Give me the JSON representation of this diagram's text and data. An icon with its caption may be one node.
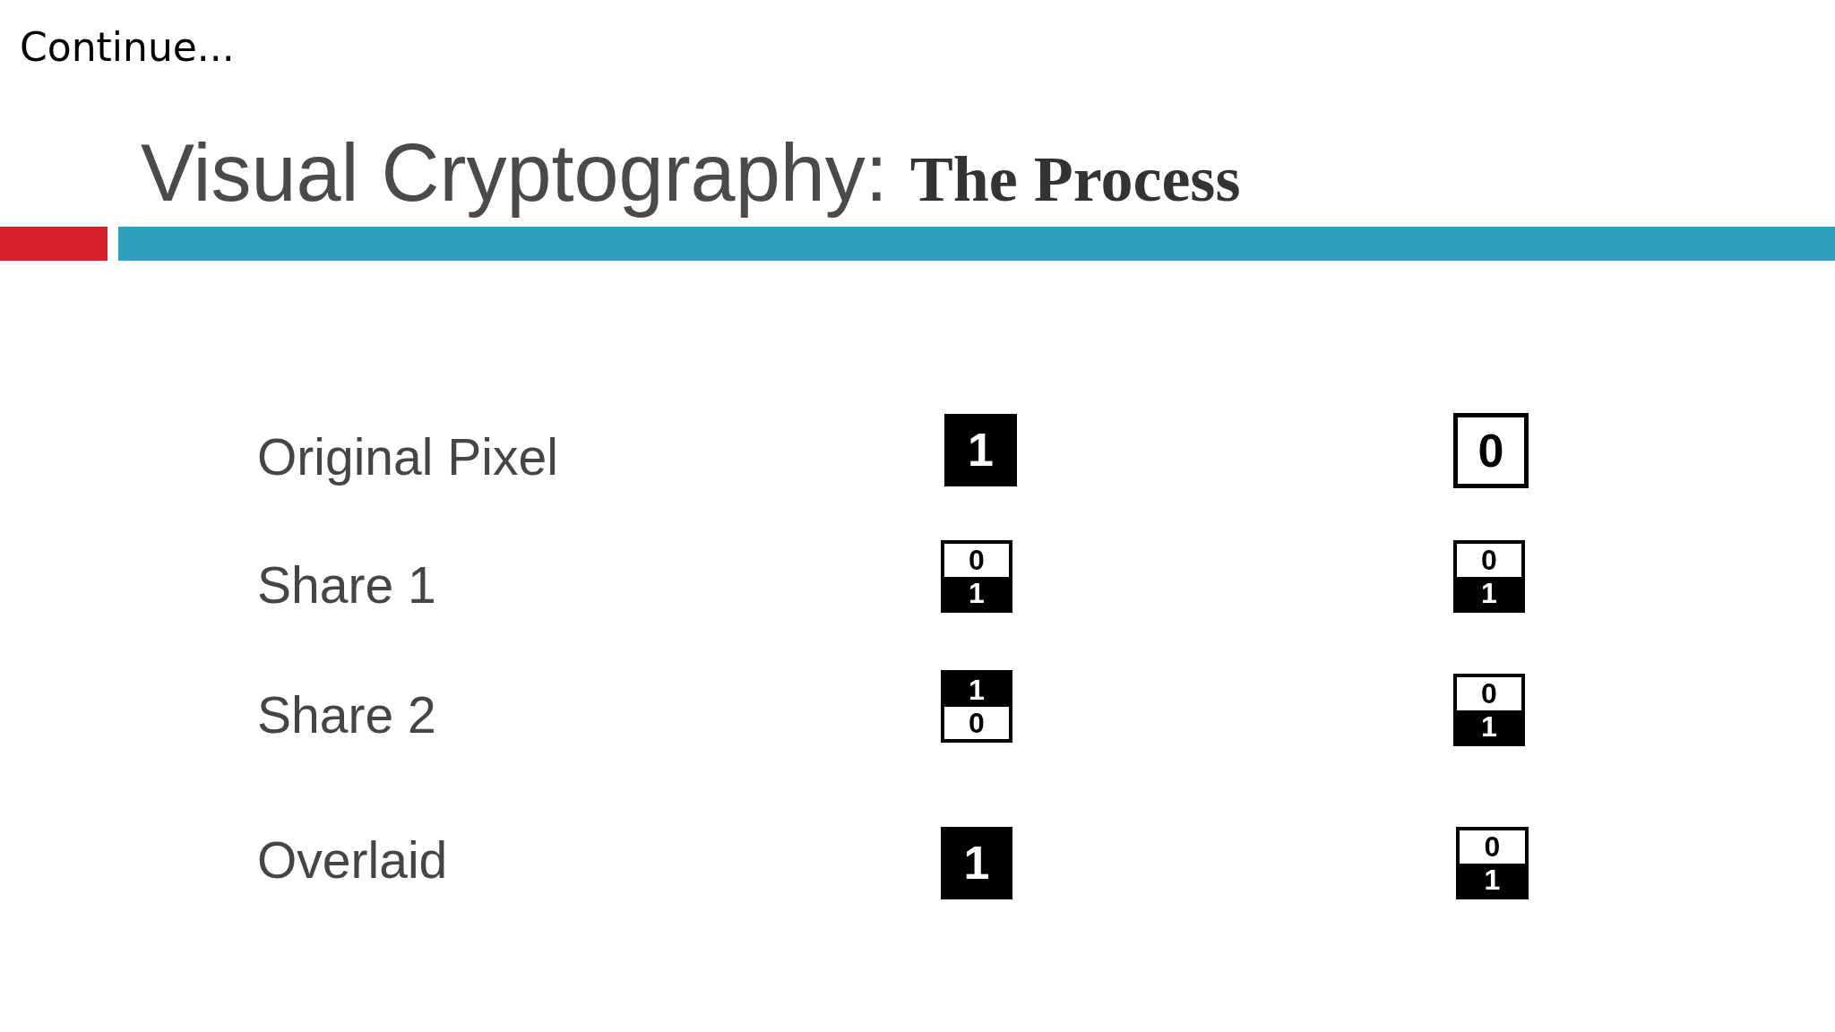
{
  "diagram": {
    "title": "Visual Cryptography: **The Process**",
    "nodes": [
      {
        "text": [
          "1"
        ]
      },
      {
        "text": [
          "0"
        ]
      },
      {
        "text": [
          "0",
          "1"
        ]
      },
      {
        "text": [
          "0",
          "1"
        ]
      },
      {
        "text": [
          "1",
          "0"
        ]
      },
      {
        "text": [
          "0",
          "1"
        ]
      },
      {
        "text": [
          "1"
        ]
      },
      {
        "text": [
          "0",
          "1"
        ]
      }
    ],
    "labels": [
      "Continue...",
      "Original Pixel",
      "Share 1",
      "Share 2",
      "Overlaid"
    ]
  }
}
